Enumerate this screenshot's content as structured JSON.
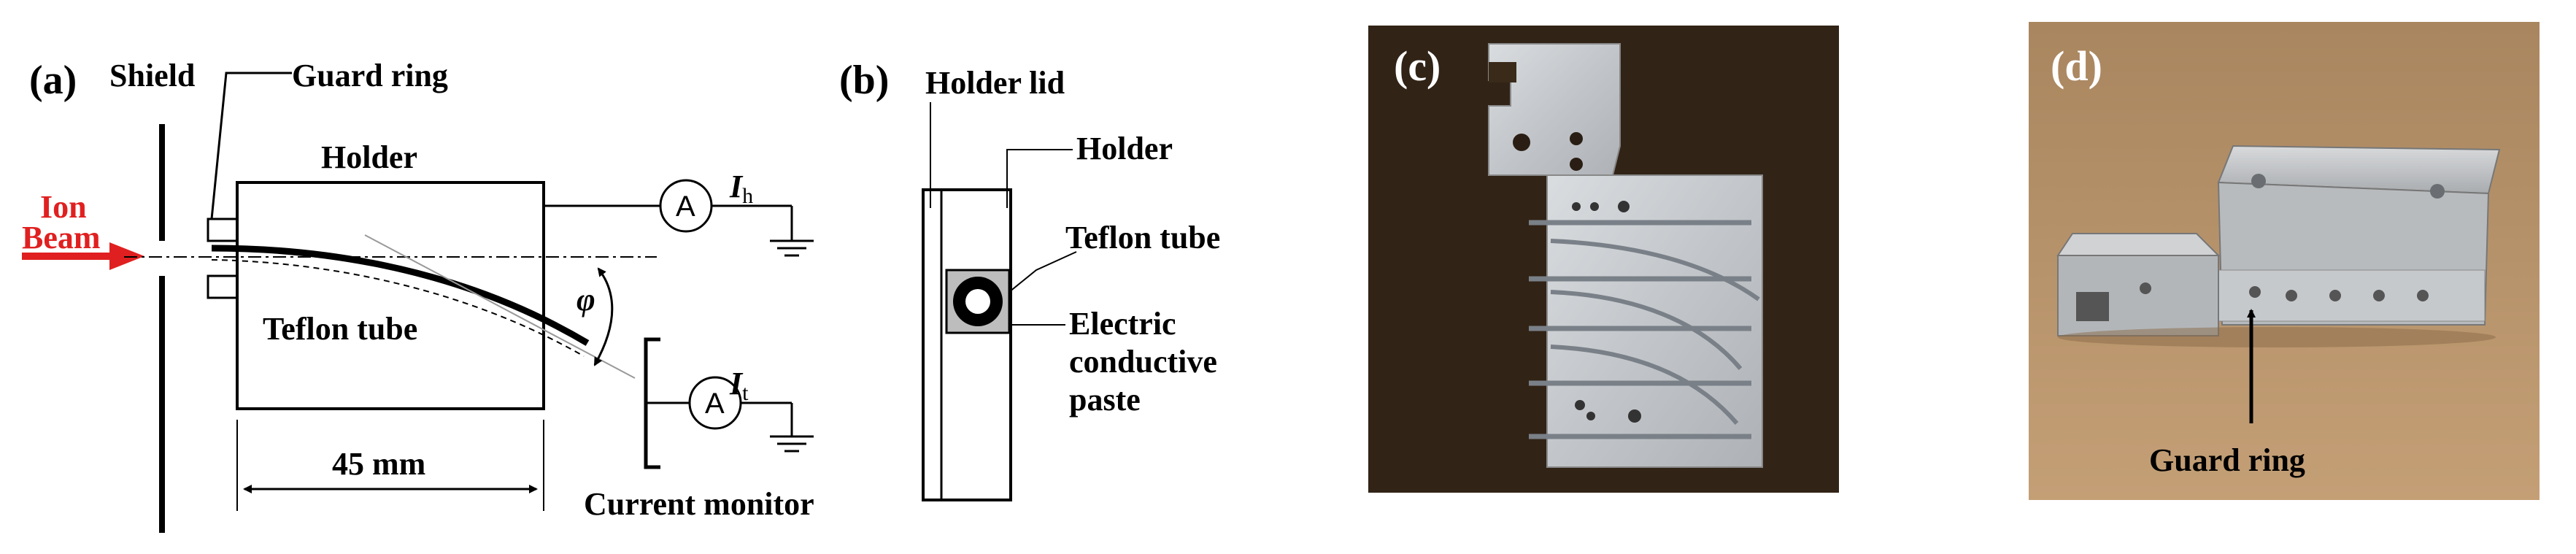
{
  "panel_a": {
    "label": "(a)",
    "shield": "Shield",
    "guard_ring": "Guard ring",
    "holder": "Holder",
    "ion": "Ion",
    "beam": "Beam",
    "teflon_tube": "Teflon tube",
    "dimension": "45 mm",
    "current_monitor": "Current monitor",
    "ammeter_symbol": "A",
    "ih_main": "I",
    "ih_sub": "h",
    "it_main": "I",
    "it_sub": "t",
    "angle": "φ"
  },
  "panel_b": {
    "label": "(b)",
    "holder_lid": "Holder lid",
    "holder": "Holder",
    "teflon_tube": "Teflon tube",
    "paste_line1": "Electric",
    "paste_line2": "conductive",
    "paste_line3": "paste"
  },
  "panel_c": {
    "label": "(c)"
  },
  "panel_d": {
    "label": "(d)",
    "guard_ring": "Guard ring"
  },
  "colors": {
    "beam_arrow": "#e02020",
    "photo_c_bg": "#3a2a1a",
    "photo_d_bg": "#b8946a",
    "metal": "#c8ccd0"
  }
}
